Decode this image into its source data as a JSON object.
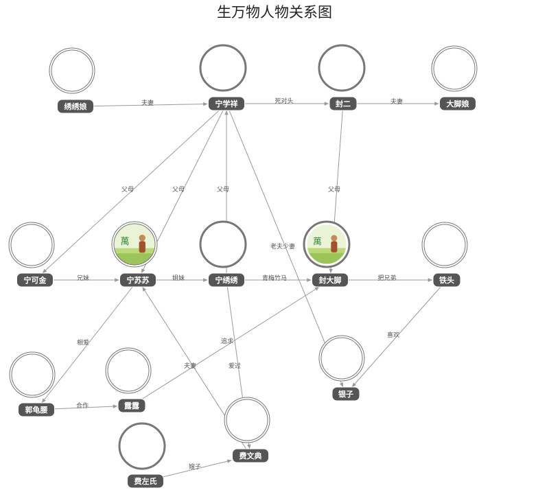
{
  "title": "生万物人物关系图",
  "colors": {
    "edge": "#999999",
    "node_ring": "#777777",
    "label_bg": "#555555",
    "label_text": "#ffffff",
    "edge_label_text": "#555555"
  },
  "nodes": [
    {
      "id": "xiuxiuniang",
      "label": "绣绣娘",
      "style": "double",
      "image": false
    },
    {
      "id": "ningxuexiang",
      "label": "宁学祥",
      "style": "thick",
      "image": false
    },
    {
      "id": "feng2",
      "label": "封二",
      "style": "thick",
      "image": false
    },
    {
      "id": "dajiaoniang",
      "label": "大脚娘",
      "style": "double",
      "image": false
    },
    {
      "id": "ningkejin",
      "label": "宁可金",
      "style": "double",
      "image": false
    },
    {
      "id": "ningsusu",
      "label": "宁苏苏",
      "style": "double",
      "image": true
    },
    {
      "id": "ningxiuxiu",
      "label": "宁绣绣",
      "style": "thick",
      "image": false
    },
    {
      "id": "fengdajiao",
      "label": "封大脚",
      "style": "thick",
      "image": true
    },
    {
      "id": "tietou",
      "label": "铁头",
      "style": "double",
      "image": false
    },
    {
      "id": "guoguiyao",
      "label": "郭龟腰",
      "style": "double",
      "image": false
    },
    {
      "id": "lulu",
      "label": "露露",
      "style": "double",
      "image": false
    },
    {
      "id": "yinzi",
      "label": "银子",
      "style": "double",
      "image": false
    },
    {
      "id": "feiwendian",
      "label": "费文典",
      "style": "double",
      "image": false
    },
    {
      "id": "feizuoshi",
      "label": "费左氏",
      "style": "thick",
      "image": false
    }
  ],
  "edges": [
    {
      "from": "xiuxiuniang",
      "to": "ningxuexiang",
      "label": "夫妻"
    },
    {
      "from": "ningxuexiang",
      "to": "feng2",
      "label": "死对头"
    },
    {
      "from": "feng2",
      "to": "dajiaoniang",
      "label": "夫妻"
    },
    {
      "from": "ningxuexiang",
      "to": "ningkejin",
      "label": "父母"
    },
    {
      "from": "ningxuexiang",
      "to": "ningsusu",
      "label": "父母"
    },
    {
      "from": "ningxiuxiu",
      "to": "ningxuexiang",
      "label": "父母"
    },
    {
      "from": "feng2",
      "to": "fengdajiao",
      "label": "父母"
    },
    {
      "from": "ningxuexiang",
      "to": "yinzi",
      "label": "老夫少妻"
    },
    {
      "from": "ningkejin",
      "to": "ningsusu",
      "label": "兄妹"
    },
    {
      "from": "ningsusu",
      "to": "ningxiuxiu",
      "label": "姐妹"
    },
    {
      "from": "ningxiuxiu",
      "to": "fengdajiao",
      "label": "青梅竹马"
    },
    {
      "from": "fengdajiao",
      "to": "tietou",
      "label": "把兄弟"
    },
    {
      "from": "tietou",
      "to": "yinzi",
      "label": "喜欢"
    },
    {
      "from": "ningsusu",
      "to": "guoguiyao",
      "label": "相爱"
    },
    {
      "from": "lulu",
      "to": "fengdajiao",
      "label": "追求"
    },
    {
      "from": "feiwendian",
      "to": "ningsusu",
      "label": "夫妻"
    },
    {
      "from": "ningxiuxiu",
      "to": "feiwendian",
      "label": "爱过"
    },
    {
      "from": "guoguiyao",
      "to": "lulu",
      "label": "合作"
    },
    {
      "from": "feizuoshi",
      "to": "feiwendian",
      "label": "嫂子"
    }
  ]
}
